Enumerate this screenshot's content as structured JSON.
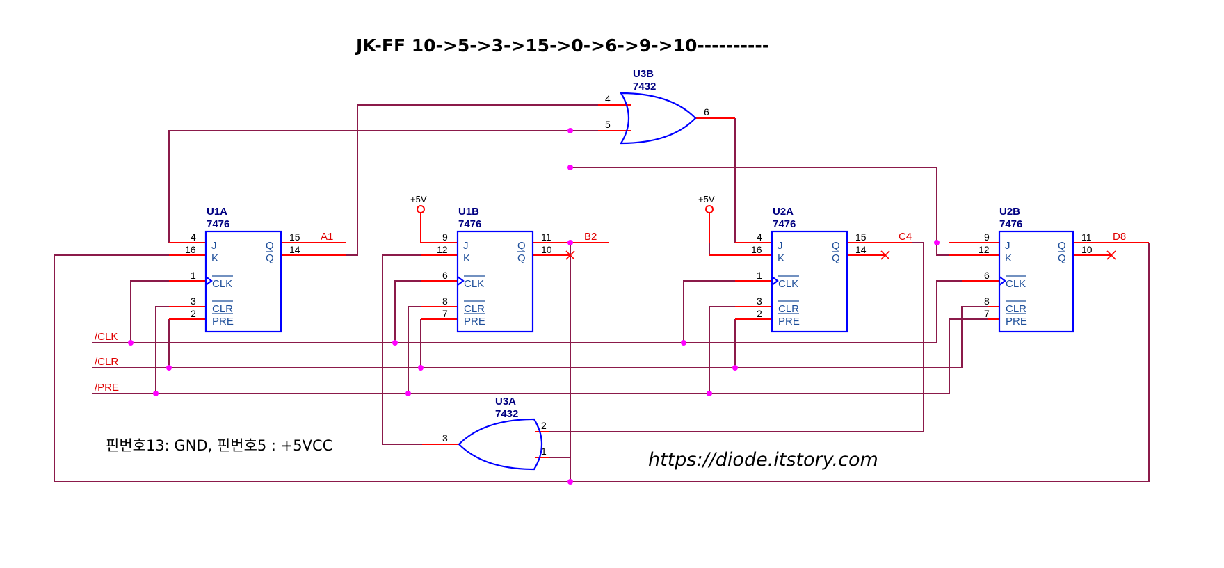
{
  "title": "JK-FF 10->5->3->15->0->6->9->10----------",
  "note": "핀번호13: GND, 핀번호5 : +5VCC",
  "url": "https://diode.itstory.com",
  "colors": {
    "wire": "#8b1a4a",
    "stub": "#ff0000",
    "body": "#0000ff",
    "junction": "#ff00ff",
    "label": "#000080",
    "net": "#e00000"
  },
  "vcc_label": "+5V",
  "signals": {
    "clk": "/CLK",
    "clr": "/CLR",
    "pre": "/PRE"
  },
  "pin_labels": {
    "j": "J",
    "k": "K",
    "q": "Q",
    "qbar": "Q",
    "clk": "CLK",
    "clr": "CLR",
    "pre": "PRE"
  },
  "flipflops": [
    {
      "name": "U1A",
      "part": "7476",
      "pins": {
        "j": "4",
        "k": "16",
        "clk": "1",
        "clr": "3",
        "pre": "2",
        "q": "15",
        "qbar": "14"
      },
      "output": "A1"
    },
    {
      "name": "U1B",
      "part": "7476",
      "pins": {
        "j": "9",
        "k": "12",
        "clk": "6",
        "clr": "8",
        "pre": "7",
        "q": "11",
        "qbar": "10"
      },
      "output": "B2"
    },
    {
      "name": "U2A",
      "part": "7476",
      "pins": {
        "j": "4",
        "k": "16",
        "clk": "1",
        "clr": "3",
        "pre": "2",
        "q": "15",
        "qbar": "14"
      },
      "output": "C4"
    },
    {
      "name": "U2B",
      "part": "7476",
      "pins": {
        "j": "9",
        "k": "12",
        "clk": "6",
        "clr": "8",
        "pre": "7",
        "q": "11",
        "qbar": "10"
      },
      "output": "D8"
    }
  ],
  "gates": [
    {
      "name": "U3B",
      "part": "7432",
      "pins": {
        "in1": "4",
        "in2": "5",
        "out": "6"
      }
    },
    {
      "name": "U3A",
      "part": "7432",
      "pins": {
        "in1": "2",
        "in2": "1",
        "out": "3"
      }
    }
  ]
}
